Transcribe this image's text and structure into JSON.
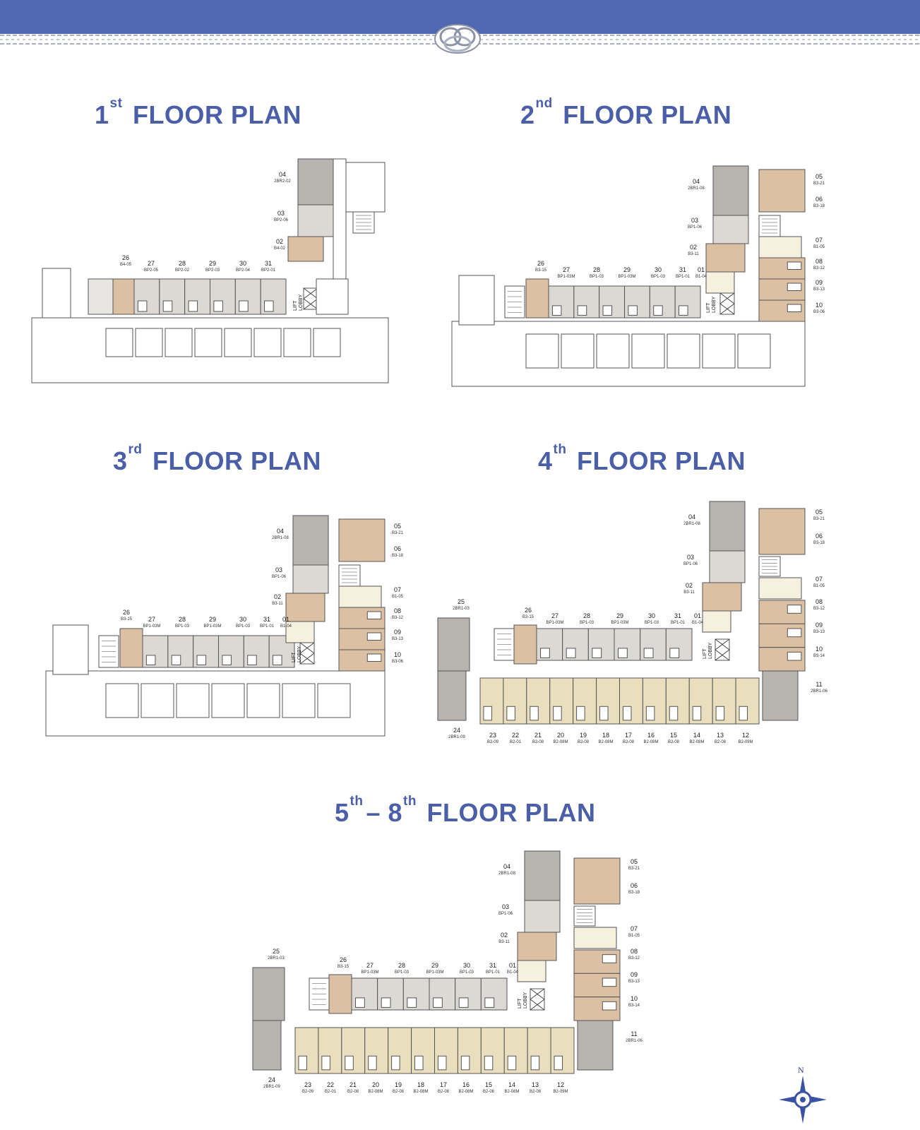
{
  "colors": {
    "banner": "#5068b0",
    "title": "#4a5fa8",
    "unit_tan": "#dcc0a4",
    "unit_gray": "#b7b3ae",
    "unit_lightgray": "#dcd9d4",
    "unit_khaki": "#e9dfbf",
    "unit_cream": "#f6f0de"
  },
  "plans": [
    {
      "id": "p1",
      "title_num": "1",
      "title_sup": "st",
      "title_text": "FLOOR PLAN",
      "lobby": [
        "LIFT",
        "LOBBY"
      ],
      "units": [
        {
          "num": "04",
          "type": "2BR2-02"
        },
        {
          "num": "03",
          "type": "BP2-06"
        },
        {
          "num": "02",
          "type": "B4-02"
        },
        {
          "num": "26",
          "type": "B4-05"
        },
        {
          "num": "27",
          "type": "BP2-05"
        },
        {
          "num": "28",
          "type": "BP2-02"
        },
        {
          "num": "29",
          "type": "BP2-03"
        },
        {
          "num": "30",
          "type": "BP2-04"
        },
        {
          "num": "31",
          "type": "BP2-01"
        }
      ]
    },
    {
      "id": "p2",
      "title_num": "2",
      "title_sup": "nd",
      "title_text": "FLOOR PLAN",
      "lobby": [
        "LIFT",
        "LOBBY"
      ],
      "units": [
        {
          "num": "04",
          "type": "2BR1-08"
        },
        {
          "num": "03",
          "type": "BP1-06"
        },
        {
          "num": "02",
          "type": "B3-11"
        },
        {
          "num": "05",
          "type": "B3-21"
        },
        {
          "num": "06",
          "type": "B3-18"
        },
        {
          "num": "07",
          "type": "B1-05"
        },
        {
          "num": "08",
          "type": "B3-12"
        },
        {
          "num": "09",
          "type": "B3-13"
        },
        {
          "num": "10",
          "type": "B3-06"
        },
        {
          "num": "26",
          "type": "B3-15"
        },
        {
          "num": "27",
          "type": "BP1-03M"
        },
        {
          "num": "28",
          "type": "BP1-03"
        },
        {
          "num": "29",
          "type": "BP1-03M"
        },
        {
          "num": "30",
          "type": "BP1-03"
        },
        {
          "num": "31",
          "type": "BP1-01"
        },
        {
          "num": "01",
          "type": "B1-04"
        }
      ]
    },
    {
      "id": "p3",
      "title_num": "3",
      "title_sup": "rd",
      "title_text": "FLOOR PLAN",
      "lobby": [
        "LIFT",
        "LOBBY"
      ],
      "units": [
        {
          "num": "04",
          "type": "2BR1-08"
        },
        {
          "num": "03",
          "type": "BP1-06"
        },
        {
          "num": "02",
          "type": "B3-11"
        },
        {
          "num": "05",
          "type": "B3-21"
        },
        {
          "num": "06",
          "type": "B3-18"
        },
        {
          "num": "07",
          "type": "B1-05"
        },
        {
          "num": "08",
          "type": "B3-12"
        },
        {
          "num": "09",
          "type": "B3-13"
        },
        {
          "num": "10",
          "type": "B3-06"
        },
        {
          "num": "26",
          "type": "B3-15"
        },
        {
          "num": "27",
          "type": "BP1-03M"
        },
        {
          "num": "28",
          "type": "BP1-03"
        },
        {
          "num": "29",
          "type": "BP1-03M"
        },
        {
          "num": "30",
          "type": "BP1-03"
        },
        {
          "num": "31",
          "type": "BP1-01"
        },
        {
          "num": "01",
          "type": "B1-04"
        }
      ]
    },
    {
      "id": "p4",
      "title_num": "4",
      "title_sup": "th",
      "title_text": "FLOOR PLAN",
      "lobby": [
        "LIFT",
        "LOBBY"
      ],
      "units": [
        {
          "num": "04",
          "type": "2BR1-08"
        },
        {
          "num": "03",
          "type": "BP1-06"
        },
        {
          "num": "02",
          "type": "B3-11"
        },
        {
          "num": "05",
          "type": "B3-21"
        },
        {
          "num": "06",
          "type": "B3-18"
        },
        {
          "num": "07",
          "type": "B1-05"
        },
        {
          "num": "08",
          "type": "B3-12"
        },
        {
          "num": "09",
          "type": "B3-13"
        },
        {
          "num": "10",
          "type": "B3-14"
        },
        {
          "num": "11",
          "type": "2BR1-06"
        },
        {
          "num": "25",
          "type": "2BR1-03"
        },
        {
          "num": "26",
          "type": "B3-15"
        },
        {
          "num": "27",
          "type": "BP1-03M"
        },
        {
          "num": "28",
          "type": "BP1-03"
        },
        {
          "num": "29",
          "type": "BP1-03M"
        },
        {
          "num": "30",
          "type": "BP1-03"
        },
        {
          "num": "31",
          "type": "BP1-01"
        },
        {
          "num": "01",
          "type": "B1-04"
        },
        {
          "num": "24",
          "type": "2BR1-09"
        },
        {
          "num": "23",
          "type": "B2-09"
        },
        {
          "num": "22",
          "type": "B2-01"
        },
        {
          "num": "21",
          "type": "B2-08"
        },
        {
          "num": "20",
          "type": "B2-08M"
        },
        {
          "num": "19",
          "type": "B2-08"
        },
        {
          "num": "18",
          "type": "B2-08M"
        },
        {
          "num": "17",
          "type": "B2-08"
        },
        {
          "num": "16",
          "type": "B2-08M"
        },
        {
          "num": "15",
          "type": "B2-08"
        },
        {
          "num": "14",
          "type": "B2-08M"
        },
        {
          "num": "13",
          "type": "B2-08"
        },
        {
          "num": "12",
          "type": "B2-09M"
        }
      ]
    },
    {
      "id": "p5",
      "title_num": "5",
      "title_sup": "th",
      "title_dash": "–",
      "title_num2": "8",
      "title_sup2": "th",
      "title_text": "FLOOR PLAN",
      "lobby": [
        "LIFT",
        "LOBBY"
      ],
      "units": [
        {
          "num": "04",
          "type": "2BR1-08"
        },
        {
          "num": "03",
          "type": "BP1-06"
        },
        {
          "num": "02",
          "type": "B3-11"
        },
        {
          "num": "05",
          "type": "B3-21"
        },
        {
          "num": "06",
          "type": "B3-18"
        },
        {
          "num": "07",
          "type": "B1-05"
        },
        {
          "num": "08",
          "type": "B3-12"
        },
        {
          "num": "09",
          "type": "B3-13"
        },
        {
          "num": "10",
          "type": "B3-14"
        },
        {
          "num": "11",
          "type": "2BR1-06"
        },
        {
          "num": "25",
          "type": "2BR1-03"
        },
        {
          "num": "26",
          "type": "B3-15"
        },
        {
          "num": "27",
          "type": "BP1-03M"
        },
        {
          "num": "28",
          "type": "BP1-03"
        },
        {
          "num": "29",
          "type": "BP1-03M"
        },
        {
          "num": "30",
          "type": "BP1-03"
        },
        {
          "num": "31",
          "type": "BP1-01"
        },
        {
          "num": "01",
          "type": "B1-04"
        },
        {
          "num": "24",
          "type": "2BR1-09"
        },
        {
          "num": "23",
          "type": "B2-09"
        },
        {
          "num": "22",
          "type": "B2-01"
        },
        {
          "num": "21",
          "type": "B2-08"
        },
        {
          "num": "20",
          "type": "B2-08M"
        },
        {
          "num": "19",
          "type": "B2-08"
        },
        {
          "num": "18",
          "type": "B2-08M"
        },
        {
          "num": "17",
          "type": "B2-08"
        },
        {
          "num": "16",
          "type": "B2-08M"
        },
        {
          "num": "15",
          "type": "B2-08"
        },
        {
          "num": "14",
          "type": "B2-08M"
        },
        {
          "num": "13",
          "type": "B2-08"
        },
        {
          "num": "12",
          "type": "B2-09M"
        }
      ]
    }
  ],
  "compass": {
    "north_label": "N"
  }
}
